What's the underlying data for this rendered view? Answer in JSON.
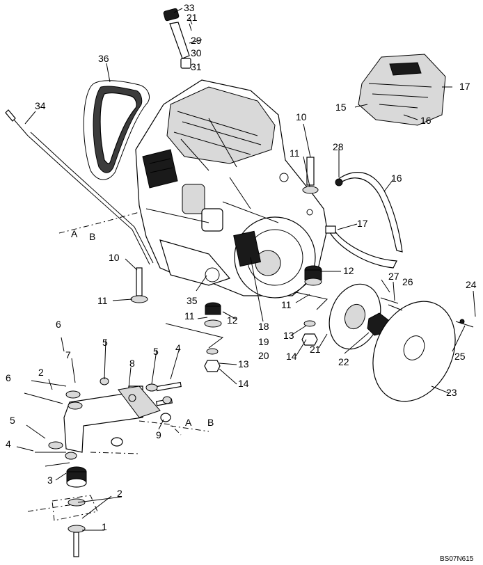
{
  "drawing_code": "BS07N615",
  "reference_marks": [
    "A",
    "B"
  ],
  "callouts": [
    {
      "id": "c33",
      "num": "33"
    },
    {
      "id": "c21a",
      "num": "21"
    },
    {
      "id": "c29",
      "num": "29"
    },
    {
      "id": "c30",
      "num": "30"
    },
    {
      "id": "c31",
      "num": "31"
    },
    {
      "id": "c36",
      "num": "36"
    },
    {
      "id": "c34",
      "num": "34"
    },
    {
      "id": "c17a",
      "num": "17"
    },
    {
      "id": "c15",
      "num": "15"
    },
    {
      "id": "c16a",
      "num": "16"
    },
    {
      "id": "c10a",
      "num": "10"
    },
    {
      "id": "c11a",
      "num": "11"
    },
    {
      "id": "c28",
      "num": "28"
    },
    {
      "id": "c16b",
      "num": "16"
    },
    {
      "id": "c17b",
      "num": "17"
    },
    {
      "id": "c12a",
      "num": "12"
    },
    {
      "id": "c10b",
      "num": "10"
    },
    {
      "id": "c11b",
      "num": "11"
    },
    {
      "id": "c35",
      "num": "35"
    },
    {
      "id": "c11c",
      "num": "11"
    },
    {
      "id": "c12b",
      "num": "12"
    },
    {
      "id": "c18",
      "num": "18"
    },
    {
      "id": "c19",
      "num": "19"
    },
    {
      "id": "c20",
      "num": "20"
    },
    {
      "id": "c11d",
      "num": "11"
    },
    {
      "id": "c27",
      "num": "27"
    },
    {
      "id": "c26",
      "num": "26"
    },
    {
      "id": "c24",
      "num": "24"
    },
    {
      "id": "c13a",
      "num": "13"
    },
    {
      "id": "c14a",
      "num": "14"
    },
    {
      "id": "c21b",
      "num": "21"
    },
    {
      "id": "c22",
      "num": "22"
    },
    {
      "id": "c25",
      "num": "25"
    },
    {
      "id": "c23",
      "num": "23"
    },
    {
      "id": "c13b",
      "num": "13"
    },
    {
      "id": "c14b",
      "num": "14"
    },
    {
      "id": "c6a",
      "num": "6"
    },
    {
      "id": "c5a",
      "num": "5"
    },
    {
      "id": "c8",
      "num": "8"
    },
    {
      "id": "c7",
      "num": "7"
    },
    {
      "id": "c5b",
      "num": "5"
    },
    {
      "id": "c4a",
      "num": "4"
    },
    {
      "id": "c6b",
      "num": "6"
    },
    {
      "id": "c2a",
      "num": "2"
    },
    {
      "id": "c9",
      "num": "9"
    },
    {
      "id": "c5c",
      "num": "5"
    },
    {
      "id": "c4b",
      "num": "4"
    },
    {
      "id": "c3",
      "num": "3"
    },
    {
      "id": "c2b",
      "num": "2"
    },
    {
      "id": "c1",
      "num": "1"
    }
  ]
}
